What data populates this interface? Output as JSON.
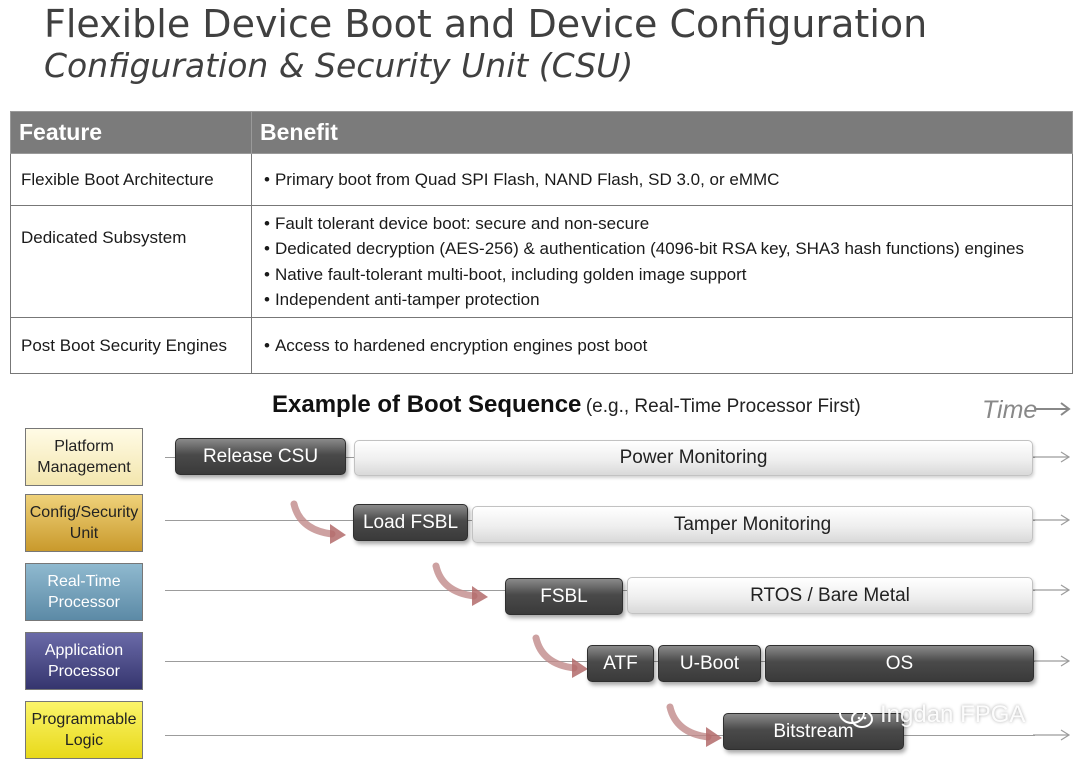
{
  "header": {
    "title": "Flexible Device Boot and Device Configuration",
    "subtitle": "Configuration & Security Unit (CSU)"
  },
  "table": {
    "headers": [
      "Feature",
      "Benefit"
    ],
    "rows": [
      {
        "feature": "Flexible Boot Architecture",
        "benefits": [
          "Primary boot from Quad SPI Flash, NAND Flash, SD 3.0, or eMMC"
        ]
      },
      {
        "feature": "Dedicated Subsystem",
        "benefits": [
          "Fault tolerant device boot: secure and non-secure",
          "Dedicated decryption (AES-256) & authentication (4096-bit RSA key, SHA3 hash functions) engines",
          "Native fault-tolerant multi-boot, including golden image support",
          "Independent anti-tamper protection"
        ]
      },
      {
        "feature": "Post Boot Security Engines",
        "benefits": [
          "Access to hardened encryption engines post boot"
        ]
      }
    ],
    "bullet": "•"
  },
  "sequence": {
    "title": "Example of Boot Sequence",
    "subtitle": "(e.g., Real-Time Processor First)",
    "time_label": "Time",
    "lanes": [
      {
        "label": "Platform Management",
        "color": "#fbf3c9"
      },
      {
        "label": "Config/Security Unit",
        "color": "#d9ac3a"
      },
      {
        "label": "Real-Time Processor",
        "color": "#6f9fb8"
      },
      {
        "label": "Application Processor",
        "color": "#4a4a8a"
      },
      {
        "label": "Programmable Logic",
        "color": "#f6ea2c"
      }
    ],
    "stages": {
      "release_csu": "Release CSU",
      "power_monitoring": "Power Monitoring",
      "load_fsbl": "Load FSBL",
      "tamper_monitoring": "Tamper Monitoring",
      "fsbl": "FSBL",
      "rtos": "RTOS / Bare Metal",
      "atf": "ATF",
      "uboot": "U-Boot",
      "os": "OS",
      "bitstream": "Bitstream"
    }
  },
  "watermark": {
    "text": "Ingdan FPGA",
    "icon": "wechat-icon"
  },
  "colors": {
    "header_bg": "#7b7b7b",
    "dark_bar": "#3a3a3a",
    "handoff_arrow": "#b36b6b"
  }
}
